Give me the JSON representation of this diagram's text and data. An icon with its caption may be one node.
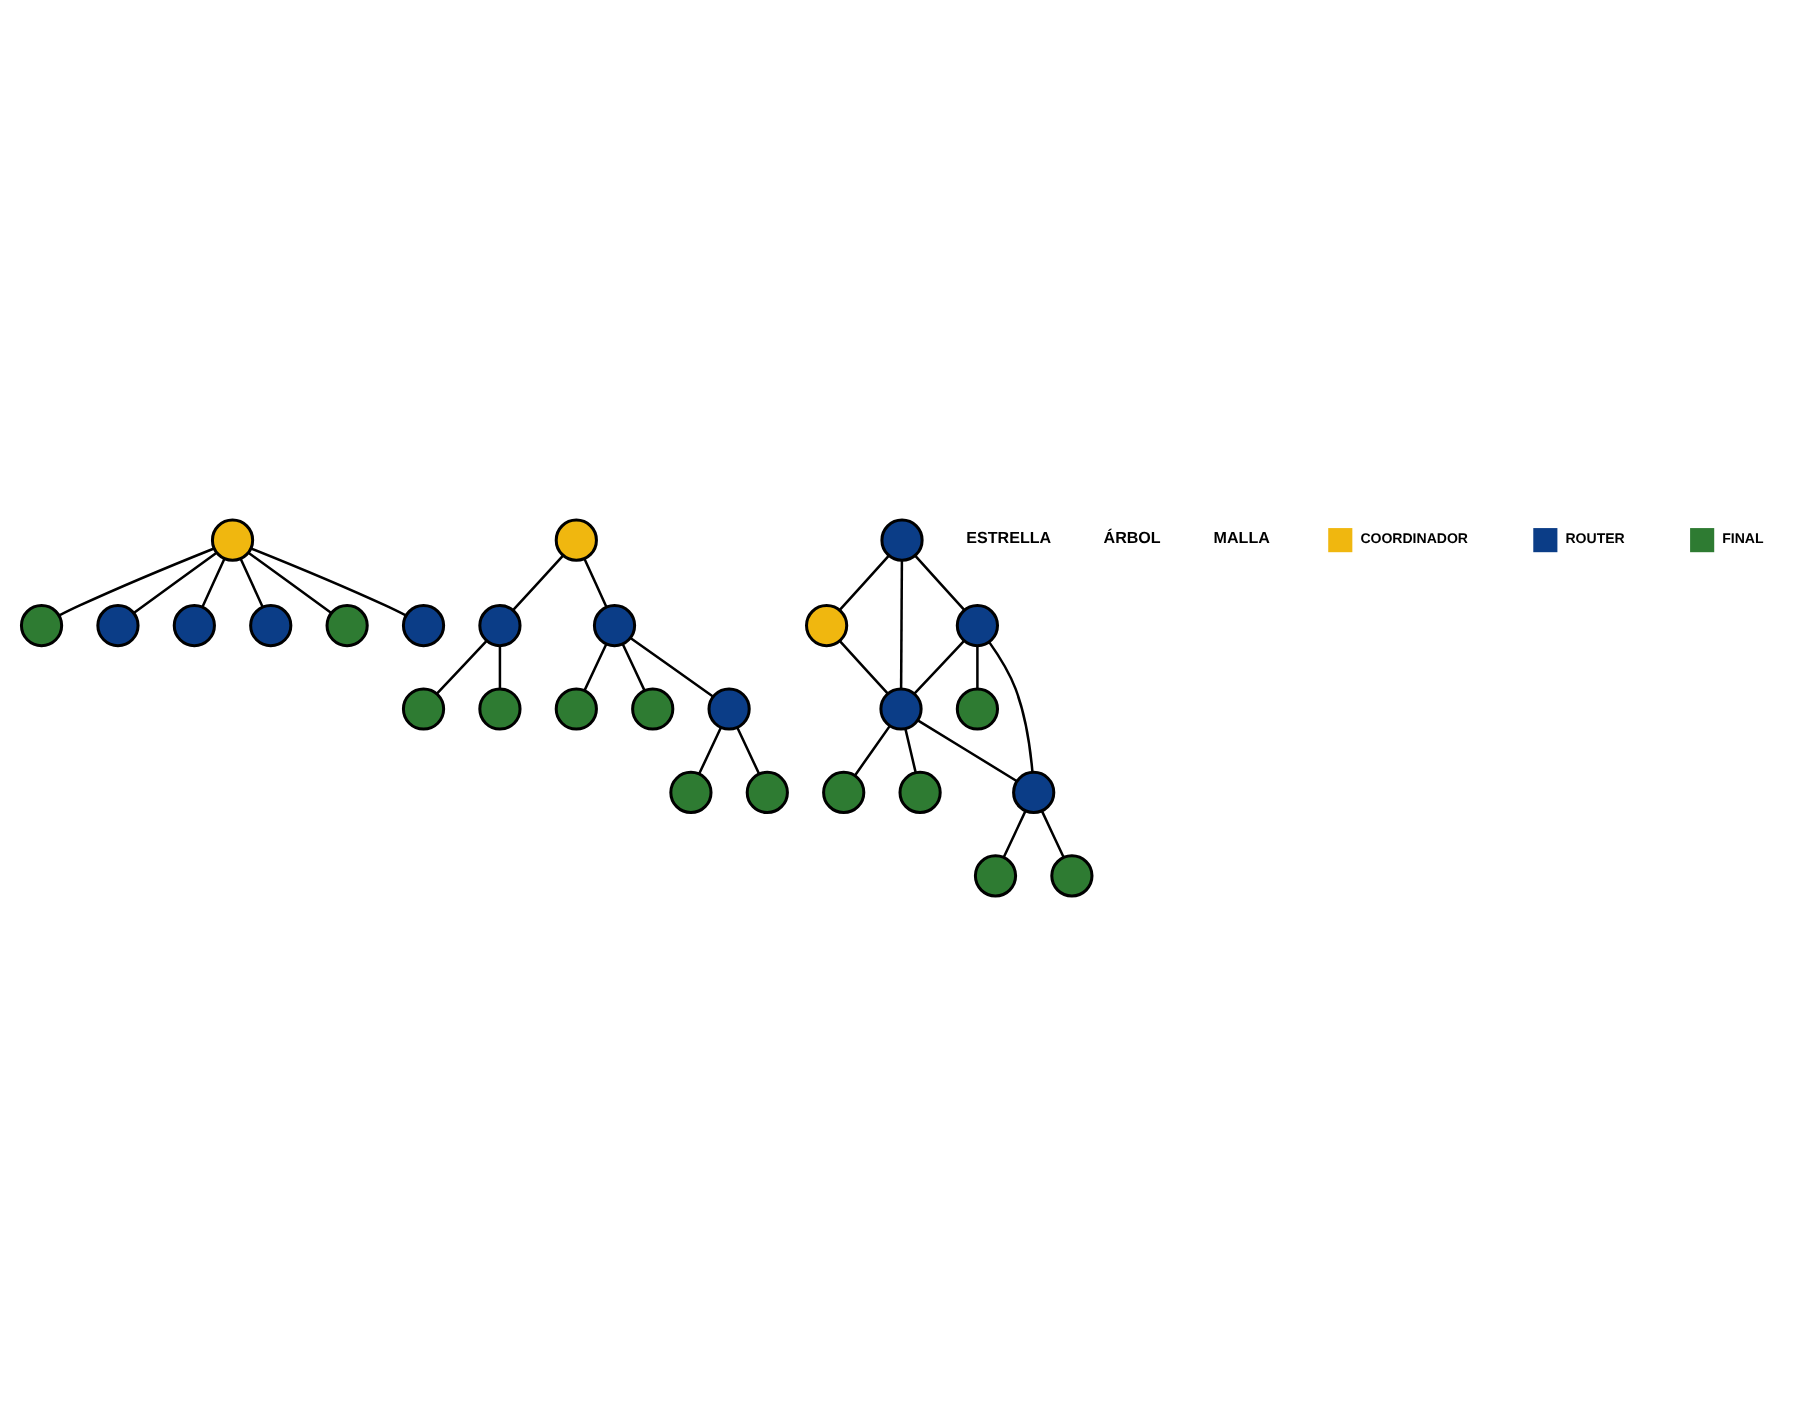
{
  "diagram": {
    "nodes": [
      {
        "text": [],
        "shape": "circle"
      },
      {
        "text": [],
        "shape": "circle"
      },
      {
        "text": [],
        "shape": "circle"
      },
      {
        "text": [],
        "shape": "circle"
      },
      {
        "text": [],
        "shape": "circle"
      },
      {
        "text": [],
        "shape": "circle"
      },
      {
        "text": [],
        "shape": "circle"
      },
      {
        "text": [],
        "shape": "circle"
      },
      {
        "text": [],
        "shape": "circle"
      },
      {
        "text": [],
        "shape": "circle"
      },
      {
        "text": [],
        "shape": "circle"
      },
      {
        "text": [],
        "shape": "circle"
      },
      {
        "text": [],
        "shape": "circle"
      },
      {
        "text": [],
        "shape": "circle"
      },
      {
        "text": [],
        "shape": "circle"
      },
      {
        "text": [],
        "shape": "circle"
      },
      {
        "text": [],
        "shape": "circle"
      },
      {
        "text": [],
        "shape": "circle"
      },
      {
        "text": [],
        "shape": "circle"
      },
      {
        "text": [],
        "shape": "circle"
      },
      {
        "text": [],
        "shape": "circle"
      },
      {
        "text": [],
        "shape": "circle"
      },
      {
        "text": [],
        "shape": "circle"
      },
      {
        "text": [],
        "shape": "circle"
      },
      {
        "text": [],
        "shape": "circle"
      },
      {
        "text": [],
        "shape": "circle"
      },
      {
        "text": [],
        "shape": "circle"
      }
    ],
    "edges": [
      {
        "from": 3,
        "to": 0,
        "arrow": "none"
      },
      {
        "from": 3,
        "to": 1,
        "arrow": "none"
      },
      {
        "from": 3,
        "to": 2,
        "arrow": "none"
      },
      {
        "from": 3,
        "to": 4,
        "arrow": "none"
      },
      {
        "from": 3,
        "to": 5,
        "arrow": "none"
      },
      {
        "from": 3,
        "to": 6,
        "arrow": "none"
      },
      {
        "from": 7,
        "to": 8,
        "arrow": "none"
      },
      {
        "from": 7,
        "to": 9,
        "arrow": "none"
      },
      {
        "from": 8,
        "to": 12,
        "arrow": "none"
      },
      {
        "from": 8,
        "to": 13,
        "arrow": "none"
      },
      {
        "from": 9,
        "to": 10,
        "arrow": "none"
      },
      {
        "from": 9,
        "to": 11,
        "arrow": "none"
      },
      {
        "from": 9,
        "to": 14,
        "arrow": "none"
      },
      {
        "from": 14,
        "to": 15,
        "arrow": "none"
      },
      {
        "from": 14,
        "to": 16,
        "arrow": "none"
      },
      {
        "from": 17,
        "to": 18,
        "arrow": "none"
      },
      {
        "from": 17,
        "to": 19,
        "arrow": "none"
      },
      {
        "from": 17,
        "to": 20,
        "arrow": "none"
      },
      {
        "from": 18,
        "to": 20,
        "arrow": "none"
      },
      {
        "from": 19,
        "to": 20,
        "arrow": "none"
      },
      {
        "from": 19,
        "to": 21,
        "arrow": "none"
      },
      {
        "from": 19,
        "to": 23,
        "arrow": "none"
      },
      {
        "from": 20,
        "to": 23,
        "arrow": "none"
      },
      {
        "from": 20,
        "to": 22,
        "arrow": "none"
      },
      {
        "from": 20,
        "to": 24,
        "arrow": "none"
      },
      {
        "from": 23,
        "to": 25,
        "arrow": "none"
      },
      {
        "from": 23,
        "to": 26,
        "arrow": "none"
      }
    ],
    "labels": [
      "ESTRELLA",
      "ÁRBOL",
      "MALLA"
    ],
    "legend": [
      {
        "text": "COORDINADOR",
        "color": "#f0b70f"
      },
      {
        "text": "ROUTER",
        "color": "#0b3d87"
      },
      {
        "text": "FINAL",
        "color": "#2e7b32"
      }
    ]
  }
}
